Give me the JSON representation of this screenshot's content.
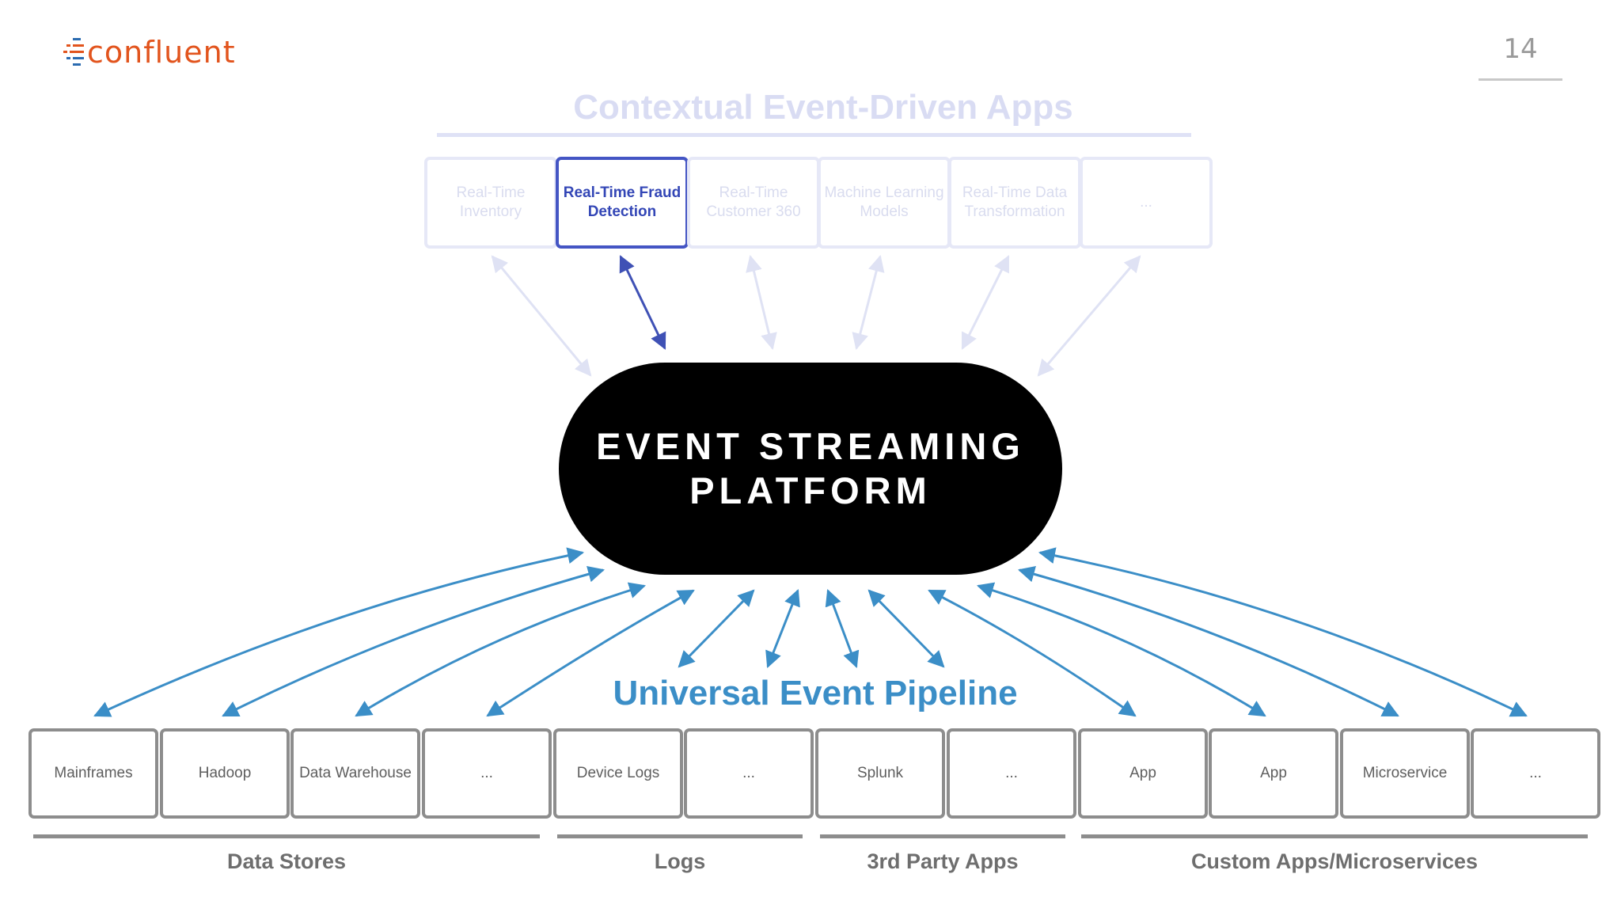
{
  "logo": {
    "text": "confluent"
  },
  "page_number": "14",
  "top": {
    "title": "Contextual Event-Driven Apps",
    "apps": [
      {
        "label": "Real-Time Inventory",
        "active": false
      },
      {
        "label": "Real-Time Fraud Detection",
        "active": true
      },
      {
        "label": "Real-Time Customer 360",
        "active": false
      },
      {
        "label": "Machine Learning Models",
        "active": false
      },
      {
        "label": "Real-Time Data Transformation",
        "active": false
      },
      {
        "label": "...",
        "active": false
      }
    ]
  },
  "platform": {
    "line1": "EVENT STREAMING",
    "line2": "PLATFORM"
  },
  "pipeline_title": "Universal Event Pipeline",
  "sources": [
    "Mainframes",
    "Hadoop",
    "Data Warehouse",
    "...",
    "Device Logs",
    "...",
    "Splunk",
    "...",
    "App",
    "App",
    "Microservice",
    "..."
  ],
  "groups": [
    {
      "label": "Data Stores"
    },
    {
      "label": "Logs"
    },
    {
      "label": "3rd Party Apps"
    },
    {
      "label": "Custom Apps/Microservices"
    }
  ],
  "colors": {
    "brand": "#e2541d",
    "active_app": "#4455c4",
    "faded_app": "#e6e8f7",
    "pipeline_arrow": "#3b8ec7",
    "source_border": "#8d8d8d"
  }
}
